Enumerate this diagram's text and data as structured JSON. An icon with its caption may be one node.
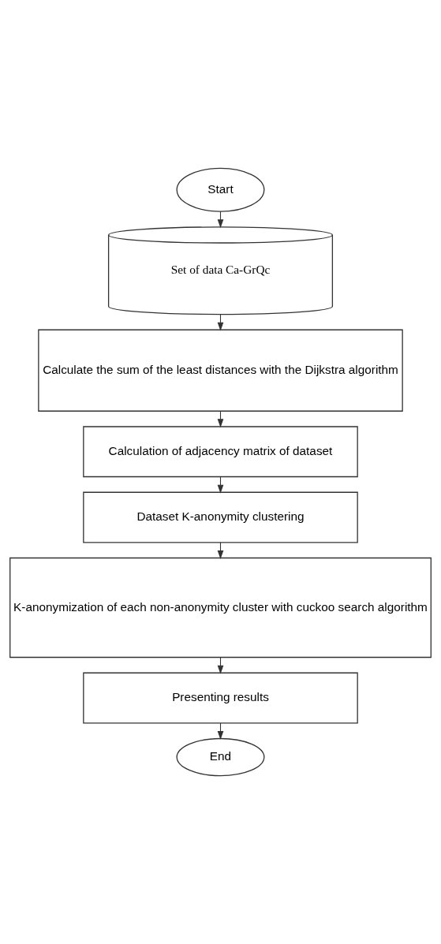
{
  "diagram": {
    "nodes": [
      {
        "text": [
          "Start"
        ]
      },
      {
        "text": [
          "Set of data Ca-GrQc"
        ]
      },
      {
        "text": [
          "Calculate the sum of the least distances with the Dijkstra algorithm"
        ]
      },
      {
        "text": [
          "Calculation of adjacency matrix of dataset"
        ]
      },
      {
        "text": [
          "Dataset K-anonymity clustering"
        ]
      },
      {
        "text": [
          "K-anonymization of each non-anonymity cluster with cuckoo search algorithm"
        ]
      },
      {
        "text": [
          "Presenting results"
        ]
      },
      {
        "text": [
          "End"
        ]
      }
    ],
    "edges": [
      {
        "from": 0,
        "to": 1,
        "arrow": "to"
      },
      {
        "from": 1,
        "to": 2,
        "arrow": "to"
      },
      {
        "from": 2,
        "to": 3,
        "arrow": "to"
      },
      {
        "from": 3,
        "to": 4,
        "arrow": "to"
      },
      {
        "from": 4,
        "to": 5,
        "arrow": "to"
      },
      {
        "from": 5,
        "to": 6,
        "arrow": "to"
      },
      {
        "from": 6,
        "to": 7,
        "arrow": "to"
      }
    ]
  }
}
